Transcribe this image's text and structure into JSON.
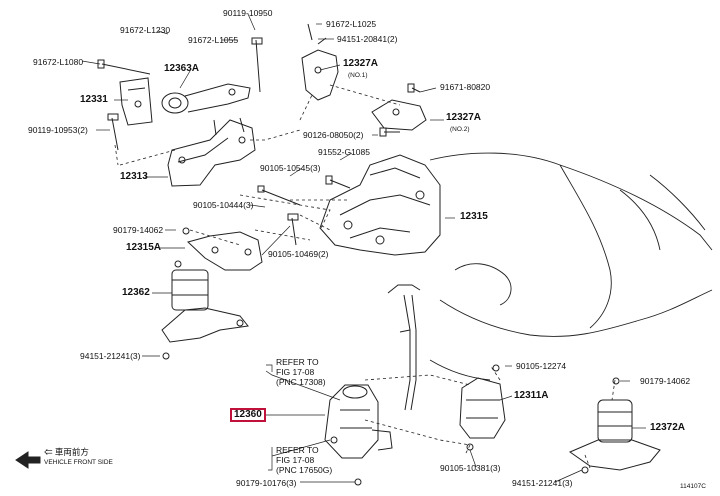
{
  "labels": {
    "p90119_10950": "90119-10950",
    "p91672_L1230": "91672-L1230",
    "p91672_L1025": "91672-L1025",
    "p94151_20841": "94151-20841(2)",
    "p91672_L1055": "91672-L1055",
    "p12327A_top": "12327A",
    "no1": "(NO.1)",
    "p91672_L1080": "91672-L1080",
    "p12363A": "12363A",
    "p91671_80820": "91671-80820",
    "p12331": "12331",
    "p12327A_mid": "12327A",
    "no2": "(NO.2)",
    "p90119_10953": "90119-10953(2)",
    "p90126_08050": "90126-08050(2)",
    "p91552_G1085": "91552-G1085",
    "p90105_10545": "90105-10545(3)",
    "p12313": "12313",
    "p90105_10444": "90105-10444(3)",
    "p12315": "12315",
    "p90179_14062_left": "90179-14062",
    "p12315A": "12315A",
    "p90105_10469": "90105-10469(2)",
    "p12362": "12362",
    "p94151_21241_left": "94151-21241(3)",
    "refer1_a": "REFER TO",
    "refer1_b": "FIG 17-08",
    "refer1_c": "(PNC 17308)",
    "p90105_12274": "90105-12274",
    "p90179_14062_right": "90179-14062",
    "p12360": "12360",
    "p12311A": "12311A",
    "p12372A": "12372A",
    "refer2_a": "REFER TO",
    "refer2_b": "FIG 17-08",
    "refer2_c": "(PNC 17650G)",
    "front_jp": "⇐ 車両前方",
    "front_en": "VEHICLE FRONT SIDE",
    "p90105_10381": "90105-10381(3)",
    "p94151_21241_right": "94151-21241(3)",
    "p90179_10176": "90179-10176(3)",
    "fig_code": "114107C"
  },
  "colors": {
    "line": "#222222",
    "highlight": "#c0113a"
  }
}
